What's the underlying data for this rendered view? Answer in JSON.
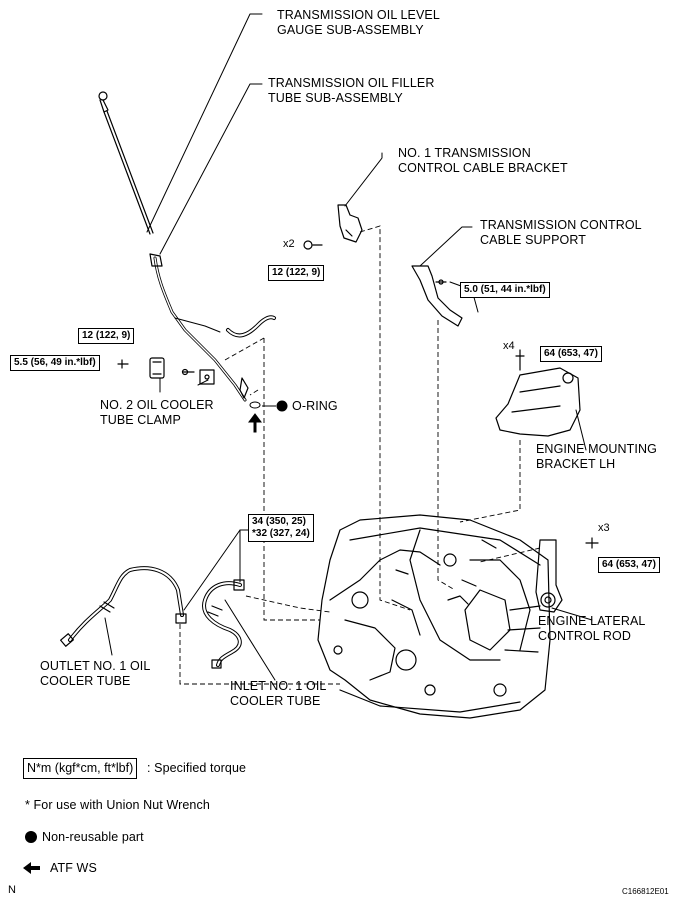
{
  "labels": {
    "gauge": "TRANSMISSION OIL LEVEL\nGAUGE SUB-ASSEMBLY",
    "filler_tube": "TRANSMISSION OIL FILLER\nTUBE SUB-ASSEMBLY",
    "cable_bracket": "NO. 1 TRANSMISSION\nCONTROL CABLE BRACKET",
    "cable_support": "TRANSMISSION CONTROL\nCABLE SUPPORT",
    "cooler_clamp": "NO. 2 OIL COOLER\nTUBE CLAMP",
    "o_ring": "O-RING",
    "mounting_bracket": "ENGINE MOUNTING\nBRACKET LH",
    "lateral_rod": "ENGINE LATERAL\nCONTROL ROD",
    "outlet_tube": "OUTLET NO. 1 OIL\nCOOLER TUBE",
    "inlet_tube": "INLET NO. 1 OIL\nCOOLER TUBE"
  },
  "torques": {
    "bracket_bolt": "12 (122, 9)",
    "support_bolt": "5.0 (51, 44 in.*lbf)",
    "clamp_upper": "12 (122, 9)",
    "clamp_lower": "5.5 (56, 49 in.*lbf)",
    "mount_bolt": "64 (653, 47)",
    "union_nut": "34 (350, 25)\n*32 (327, 24)",
    "rod_bolt": "64 (653, 47)"
  },
  "quantities": {
    "bracket": "x2",
    "mount": "x4",
    "rod": "x3"
  },
  "legend": {
    "torque_box": "N*m (kgf*cm, ft*lbf)",
    "torque_text": ": Specified torque",
    "union_note": "* For use with Union Nut Wrench",
    "non_reusable": "Non-reusable part",
    "atf": "ATF WS"
  },
  "corner": {
    "left": "N",
    "right": "C166812E01"
  },
  "icons": {
    "non_reusable": "filled-circle-icon",
    "atf": "left-arrow-icon",
    "o_ring_arrow": "up-arrow-icon"
  }
}
